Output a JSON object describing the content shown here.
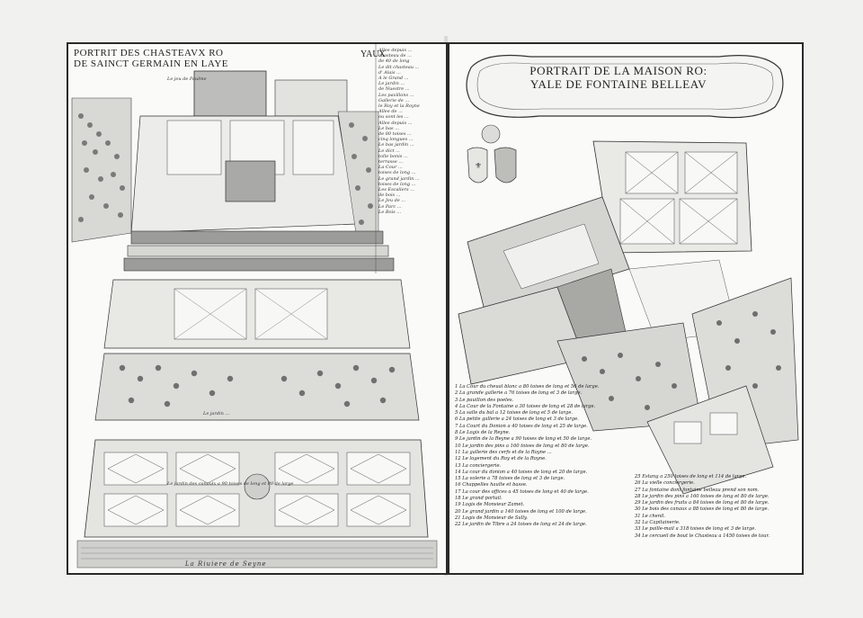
{
  "left_plate": {
    "title": "PORTRIT DES CHASTEAVX RO DE SAINCT GERMAIN EN LAYE",
    "title_line1": "PORTRIT DES CHASTEAVX RO",
    "title_line2": "DE SAINCT GERMAIN",
    "title_line2b": "EN LAYE",
    "title_right": "YAUX",
    "legend_lines": [
      "Allee depuis ...",
      "chasteau de ...",
      "de 40 de long",
      "Le dit chasteau ...",
      "d' Alais ...",
      "A le Grand ...",
      "Le jardin ...",
      "de Nuestre ...",
      "Les pavillons ...",
      "Gallerie de ...",
      "le Roy et la Royne",
      "Allee de ...",
      "ou sont les ...",
      "Allee depuis ...",
      "Le bas ...",
      "de 80 toises ...",
      "cinq longues ...",
      "Le bas jardin ...",
      "Le dict ...",
      "tolle bonis ...",
      "terrasse ...",
      "La Cour ...",
      "toises de long ...",
      "Le grand jardin ...",
      "toises de long ...",
      "Les Escaliers ...",
      "de bois ...",
      "Le Jeu de ...",
      "Le Parc ...",
      "Le Bois ..."
    ],
    "caption_top": "Le jeu de Paulme",
    "caption_mid": "Le jardin ...",
    "caption_low": "Le jardin des canaulx a 90 toises de long et 80 de large",
    "bottom_caption": "La Riuiere de Seyne"
  },
  "right_plate": {
    "title_line1": "PORTRAIT DE LA MAISON RO:",
    "title_line2": "YALE DE FONTAINE BELLEAV",
    "legend": [
      "1 La Cour du cheual blanc a 80 toises de long et 56 de large.",
      "2 La grande gallerie a 76 toises de long et 3 de large.",
      "3 Le pauillon des poeles.",
      "4 La Cour de la Fontaine a 30 toises de long et 28 de large.",
      "5 La salle du bal a 12 toises de long et 5 de large.",
      "6 La petite gallerie a 24 toises de long et 3 de large.",
      "7 La Court du Donion a 40 toises de long et 25 de large.",
      "8 Le Logis de la Reyne.",
      "9 Le jardin de la Reyne a 90 toises de long et 50 de large.",
      "10 Le jardin des pins a 160 toises de long et 80 de large.",
      "11 La gallerie des cerfs et de la Royne ...",
      "12 Le logement du Roy et de la Royne.",
      "13 La conciergerie.",
      "14 La cour du donion a 40 toises de long et 20 de large.",
      "15 La volerie a 78 toises de long et 3 de large.",
      "16 Chappelles haulte et basse.",
      "17 La cour des offices a 45 toises de long et 40 de large.",
      "18 Le grand portail.",
      "19 Logis de Monsieur Zamet.",
      "20 Le grand jardin a 140 toises de long et 100 de large.",
      "21 Logis de Monsieur de Sully.",
      "22 Le jardin de Tibre a 24 toises de long et 24 de large."
    ],
    "legend2": [
      "25 Estang a 250 toises de long et 114 de large.",
      "26 La vielle conciergerie.",
      "27 La fontaine dont fontaine belleau prend son nom.",
      "28 Le jardin des pins a 160 toises de long et 80 de large.",
      "29 Le jardin des fruits a 84 toises de long et 80 de large.",
      "30 Le bois des canaux a 88 toises de long et 80 de large.",
      "31 Le chenil.",
      "32 La Capitainerie.",
      "33 Le paille-mail a 318 toises de long et 3 de large.",
      "34 Le cercueil de bout le Chasteau a 1450 toises de tour."
    ]
  },
  "colors": {
    "paper": "#f1f1ef",
    "plate": "#fafaf8",
    "ink": "#2a2a2a",
    "tree": "#6b6b6b"
  }
}
